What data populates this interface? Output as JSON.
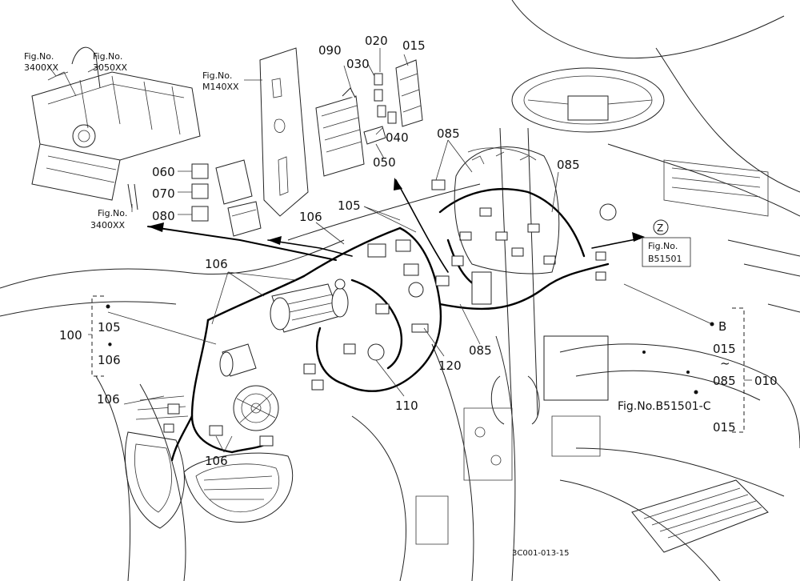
{
  "callouts": {
    "c090": "090",
    "c020": "020",
    "c015_top": "015",
    "c030": "030",
    "c040": "040",
    "c050": "050",
    "c060": "060",
    "c070": "070",
    "c080": "080",
    "c085_a": "085",
    "c085_b": "085",
    "c085_c": "085",
    "c105_top": "105",
    "c106_a": "106",
    "c106_b": "106",
    "c106_c": "106",
    "c106_d": "106",
    "c120": "120",
    "c110": "110",
    "c100": "100",
    "c105_group": "105",
    "dot_group": "•",
    "c106_group": "106",
    "group_b": "B",
    "c015_group": "015",
    "tilde": "~",
    "c085_group": "085",
    "c010": "010",
    "c015_bottom": "015",
    "zone_z": "Z"
  },
  "figure_refs": {
    "fig1_line1": "Fig.No.",
    "fig1_line2": "3400XX",
    "fig2_line1": "Fig.No.",
    "fig2_line2": "3050XX",
    "fig3_line1": "Fig.No.",
    "fig3_line2": "M140XX",
    "fig4_line1": "Fig.No.",
    "fig4_line2": "3400XX",
    "fig5_line1": "Fig.No.",
    "fig5_line2": "B51501",
    "fig6": "Fig.No.B51501-C"
  },
  "drawing_code": "3C001-013-15"
}
